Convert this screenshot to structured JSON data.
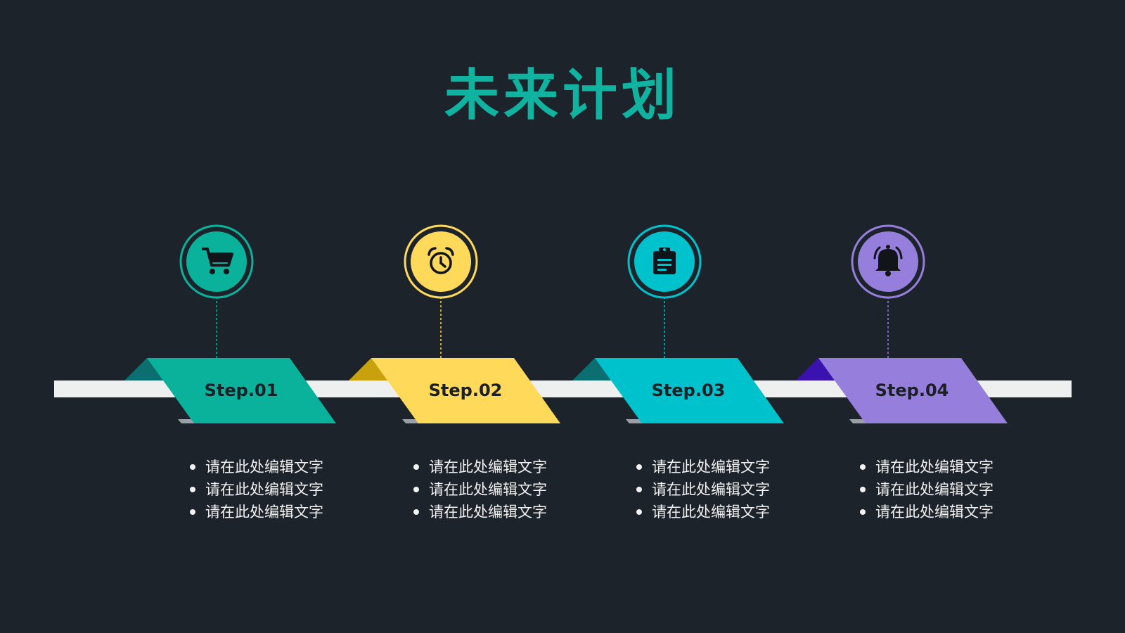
{
  "title": "未来计划",
  "colors": {
    "background": "#1d232b",
    "title": "#10b3a0",
    "bar": "#eef0f0"
  },
  "steps": [
    {
      "label": "Step.01",
      "icon": "cart-icon",
      "color": "#0ab29b",
      "fold": "#0b6f72",
      "bullets": [
        "请在此处编辑文字",
        "请在此处编辑文字",
        "请在此处编辑文字"
      ]
    },
    {
      "label": "Step.02",
      "icon": "alarm-clock-icon",
      "color": "#ffd95a",
      "fold": "#c9a10c",
      "bullets": [
        "请在此处编辑文字",
        "请在此处编辑文字",
        "请在此处编辑文字"
      ]
    },
    {
      "label": "Step.03",
      "icon": "clipboard-icon",
      "color": "#00c2cc",
      "fold": "#0b6f72",
      "bullets": [
        "请在此处编辑文字",
        "请在此处编辑文字",
        "请在此处编辑文字"
      ]
    },
    {
      "label": "Step.04",
      "icon": "bell-icon",
      "color": "#967edc",
      "fold": "#3a12b0",
      "bullets": [
        "请在此处编辑文字",
        "请在此处编辑文字",
        "请在此处编辑文字"
      ]
    }
  ]
}
